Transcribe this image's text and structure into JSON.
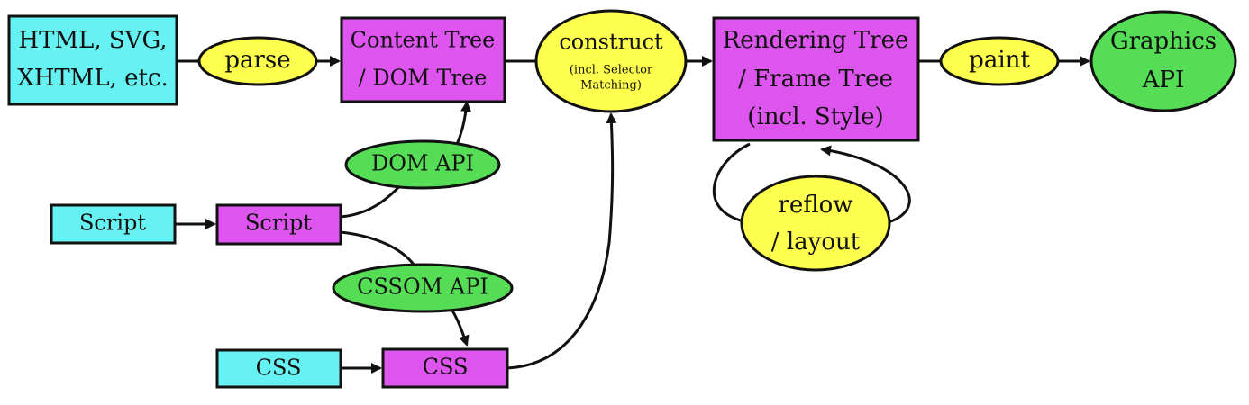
{
  "colors": {
    "source": "#66f2f2",
    "structure": "#dd55ee",
    "process": "#ffff4d",
    "api": "#55dd55",
    "stroke": "#111111"
  },
  "nodes": {
    "html_svg": {
      "line1": "HTML, SVG,",
      "line2": "XHTML, etc."
    },
    "parse": {
      "label": "parse"
    },
    "content_tree": {
      "line1": "Content Tree",
      "line2": "/ DOM Tree"
    },
    "construct": {
      "label": "construct",
      "sub1": "(incl. Selector",
      "sub2": "Matching)"
    },
    "rendering_tree": {
      "line1": "Rendering Tree",
      "line2": "/ Frame Tree",
      "line3": "(incl. Style)"
    },
    "paint": {
      "label": "paint"
    },
    "graphics_api": {
      "line1": "Graphics",
      "line2": "API"
    },
    "dom_api": {
      "label": "DOM API"
    },
    "script_source": {
      "label": "Script"
    },
    "script": {
      "label": "Script"
    },
    "cssom_api": {
      "label": "CSSOM API"
    },
    "css_source": {
      "label": "CSS"
    },
    "css": {
      "label": "CSS"
    },
    "reflow": {
      "line1": "reflow",
      "line2": "/ layout"
    }
  }
}
